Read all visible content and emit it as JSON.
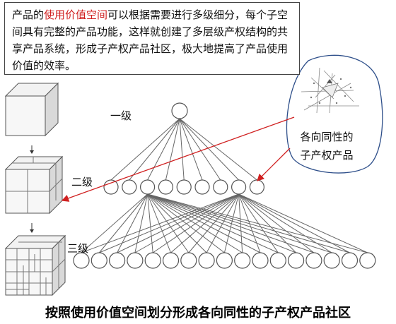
{
  "intro": {
    "prefix": "产品的",
    "highlight": "使用价值空间",
    "rest": "可以根据需要进行多级细分，每个子空间具有完整的产品功能，这样就创建了多层级产权结构的共享产品系统，形成子产权产品社区，极大地提高了产品使用价值的效率。"
  },
  "levels": {
    "level1": "一级",
    "level2": "二级",
    "level3": "三级"
  },
  "callout": {
    "line1": "各向同性的",
    "line2": "子产权产品"
  },
  "caption": "按照使用价值空间划分形成各向同性的子产权产品社区",
  "tree": {
    "level2_count": 9,
    "level3_count": 17,
    "level3_parents": [
      2,
      7
    ]
  },
  "colors": {
    "highlight": "#d02020",
    "arrow": "#d02020",
    "callout_border": "#2e4f8a"
  }
}
